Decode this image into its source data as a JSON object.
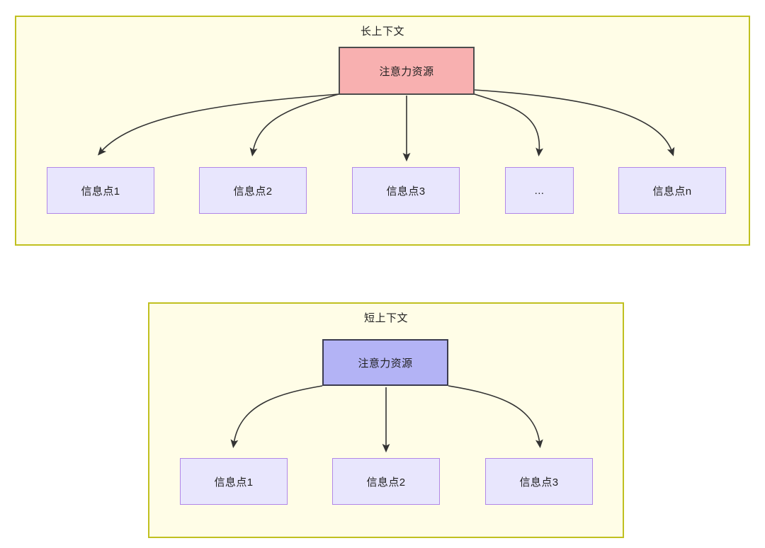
{
  "diagram": {
    "title_semantic": "attention-resource-long-vs-short-context",
    "colors": {
      "panel_fill": "#fffde7",
      "panel_border": "#c0c020",
      "root_long_fill": "#f8b0b0",
      "root_long_border": "#4d4d4d",
      "root_short_fill": "#b3b3f5",
      "root_short_border": "#3b3b4f",
      "leaf_fill": "#e8e6fd",
      "leaf_border": "#b187e8",
      "edge_stroke": "#333333",
      "text": "#1f1f1f"
    }
  },
  "panels": [
    {
      "id": "long-context",
      "title": "长上下文",
      "root": {
        "label": "注意力资源"
      },
      "leaves": [
        {
          "label": "信息点1"
        },
        {
          "label": "信息点2"
        },
        {
          "label": "信息点3"
        },
        {
          "label": "..."
        },
        {
          "label": "信息点n"
        }
      ]
    },
    {
      "id": "short-context",
      "title": "短上下文",
      "root": {
        "label": "注意力资源"
      },
      "leaves": [
        {
          "label": "信息点1"
        },
        {
          "label": "信息点2"
        },
        {
          "label": "信息点3"
        }
      ]
    }
  ]
}
